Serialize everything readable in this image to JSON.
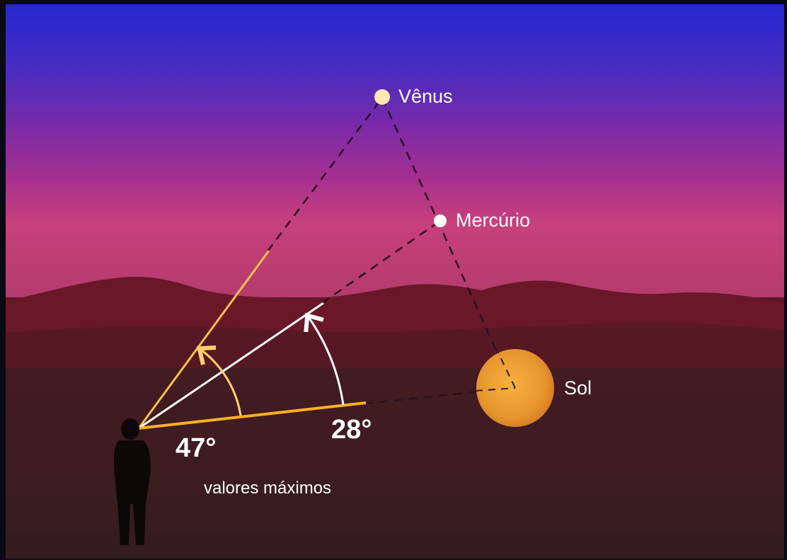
{
  "labels": {
    "venus": "Vênus",
    "mercury": "Mercúrio",
    "sun": "Sol",
    "angle_venus": "47°",
    "angle_mercury": "28°",
    "caption": "valores máximos"
  },
  "colors": {
    "sky_top": "#2a2ec8",
    "sky_mid": "#7a2ca8",
    "sky_low": "#c03a8a",
    "hills": "#6e1a28",
    "ground": "#3a1e22",
    "sun": "#f0a030",
    "venus_line": "#ffc04a",
    "mercury_line": "#ffffff",
    "horizon_line": "#ffb020"
  }
}
